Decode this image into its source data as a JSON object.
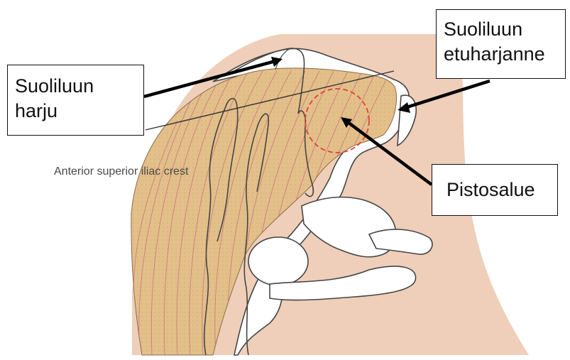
{
  "labels": {
    "iliac_crest": [
      "Suoliluun",
      "harju"
    ],
    "anterior_superior_iliac_spine": [
      "Suoliluun",
      "etuharjanne"
    ],
    "injection_site": [
      "Pistosalue"
    ]
  },
  "inner_caption": "Anterior superior iliac crest",
  "colors": {
    "skin": "#efcfb9",
    "muscle": "#e3c08a",
    "muscle_fiber": "#c9707e",
    "bone": "#ffffff",
    "outline": "#454545",
    "target_circle": "#e0403a",
    "arrow": "#000000"
  }
}
